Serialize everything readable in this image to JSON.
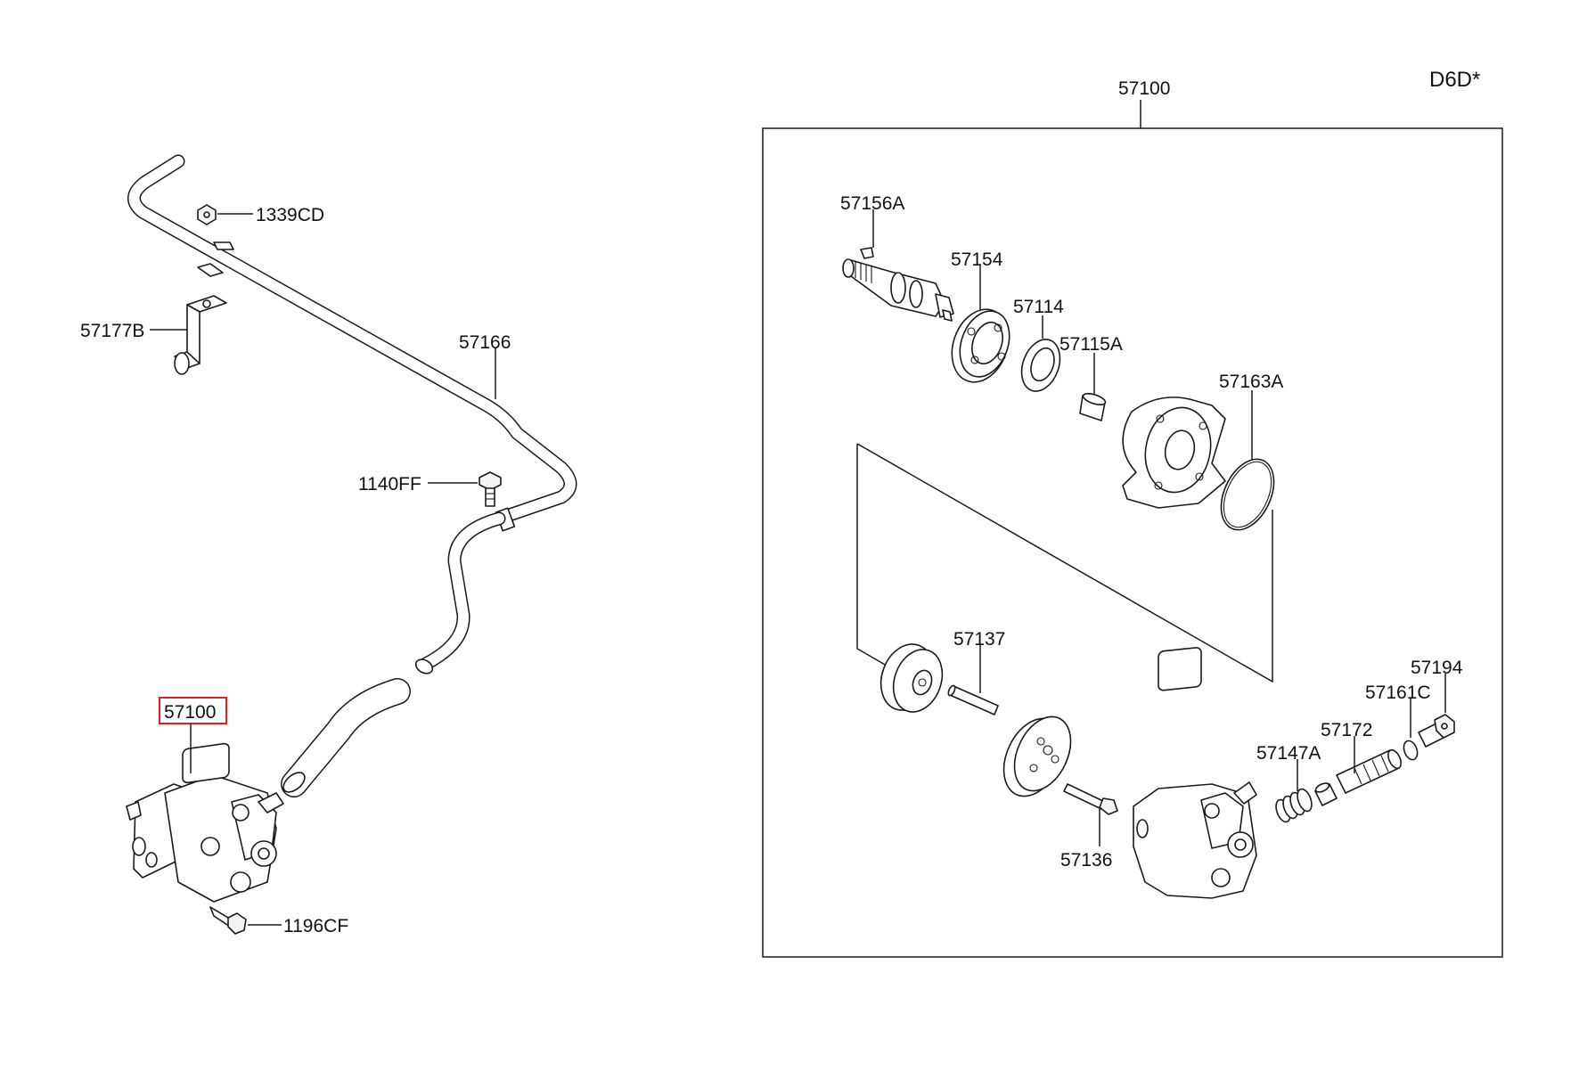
{
  "header": {
    "engine_code": "D6D*"
  },
  "highlight_color": "#e02020",
  "labels": {
    "p1339CD": "1339CD",
    "p57177B": "57177B",
    "p57166": "57166",
    "p1140FF": "1140FF",
    "p57100_left": "57100",
    "p1196CF": "1196CF",
    "p57100_box": "57100",
    "p57156A": "57156A",
    "p57154": "57154",
    "p57114": "57114",
    "p57115A": "57115A",
    "p57163A": "57163A",
    "p57137": "57137",
    "p57136": "57136",
    "p57147A": "57147A",
    "p57172": "57172",
    "p57161C": "57161C",
    "p57194": "57194"
  }
}
